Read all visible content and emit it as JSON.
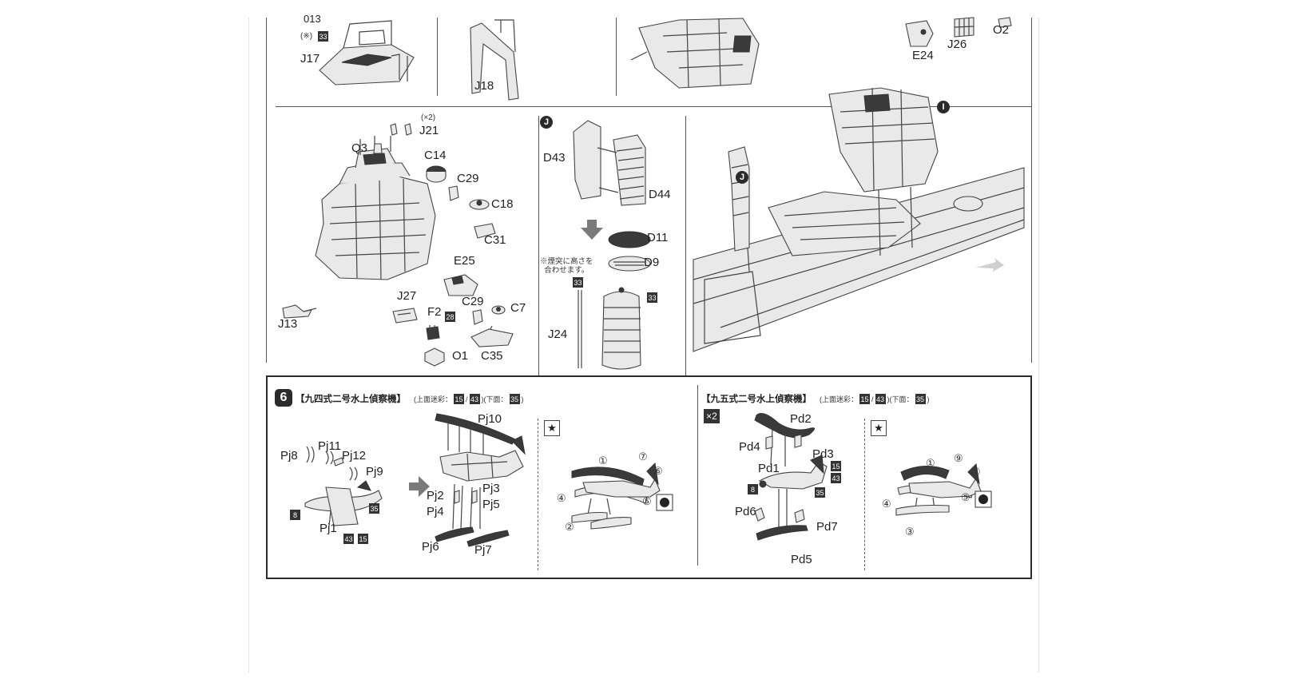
{
  "top_panel": {
    "labels": {
      "j17": "J17",
      "j18": "J18",
      "e24": "E24",
      "j26": "J26",
      "o2": "O2",
      "partial_top": "013",
      "note_paren": "(※)",
      "paint_33": "33"
    }
  },
  "bridge_panel": {
    "labels": {
      "j21_qty": "(×2)",
      "j21": "J21",
      "q3": "Q3",
      "c14": "C14",
      "c29_a": "C29",
      "c18": "C18",
      "c31": "C31",
      "e25": "E25",
      "j27": "J27",
      "c29_b": "C29",
      "c7": "C7",
      "f2": "F2",
      "f2_paint": "28",
      "j13": "J13",
      "o1": "O1",
      "c35": "C35"
    }
  },
  "funnel_panel": {
    "marker": "J",
    "labels": {
      "d43": "D43",
      "d44": "D44",
      "d11": "D11",
      "d9": "D9",
      "j24": "J24",
      "paint_left": "33",
      "paint_right": "33"
    },
    "note": "※煙突に高さを\n合わせます。"
  },
  "hull_panel": {
    "marker_i": "I",
    "marker_j": "J"
  },
  "step6": {
    "number": "6",
    "left": {
      "title": "【九四式二号水上偵察機】",
      "paint_prefix": "(上面迷彩：",
      "paint_a": "15",
      "paint_sep": "/",
      "paint_b": "43",
      "paint_mid": ")(下面：",
      "paint_c": "35",
      "paint_suffix": ")",
      "parts": {
        "pj8": "Pj8",
        "pj11": "Pj11",
        "pj12": "Pj12",
        "pj9": "Pj9",
        "pj1": "Pj1",
        "pj10": "Pj10",
        "pj2": "Pj2",
        "pj3": "Pj3",
        "pj4": "Pj4",
        "pj5": "Pj5",
        "pj6": "Pj6",
        "pj7": "Pj7"
      },
      "paint_marks": {
        "p8": "8",
        "p35": "35",
        "p43": "43",
        "p15": "15"
      },
      "callouts": [
        "①",
        "⑦",
        "⑥",
        "④",
        "⑤",
        "②"
      ]
    },
    "right": {
      "title": "【九五式二号水上偵察機】",
      "paint_prefix": "(上面迷彩：",
      "paint_a": "15",
      "paint_sep": "/",
      "paint_b": "43",
      "paint_mid": ")(下面：",
      "paint_c": "35",
      "paint_suffix": ")",
      "qty": "×2",
      "parts": {
        "pd2": "Pd2",
        "pd4": "Pd4",
        "pd3": "Pd3",
        "pd1": "Pd1",
        "pd6": "Pd6",
        "pd7": "Pd7",
        "pd5": "Pd5"
      },
      "paint_marks": {
        "p8": "8",
        "p15": "15",
        "p43": "43",
        "p35": "35"
      },
      "callouts": [
        "①",
        "⑨",
        "⑧",
        "④",
        "⑤",
        "③"
      ]
    },
    "star_icon": "★"
  }
}
